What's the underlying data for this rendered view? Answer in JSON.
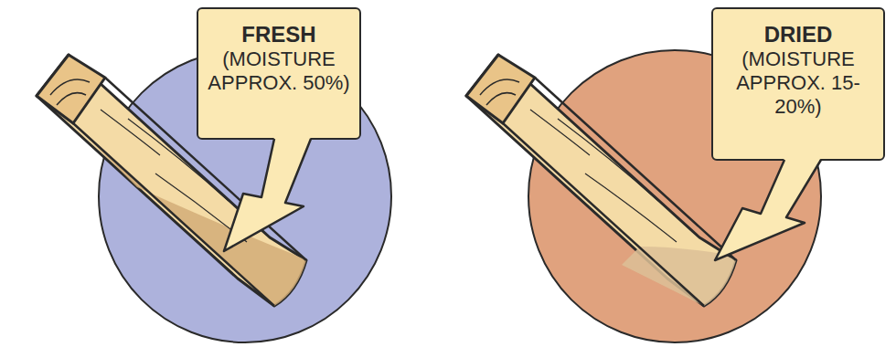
{
  "diagram": {
    "nodes": [
      {
        "text": [
          "FRESH",
          "(MOISTURE APPROX. 50%)"
        ]
      },
      {
        "text": [
          "DRIED",
          "(MOISTURE APPROX. 15-20%)"
        ]
      }
    ]
  }
}
